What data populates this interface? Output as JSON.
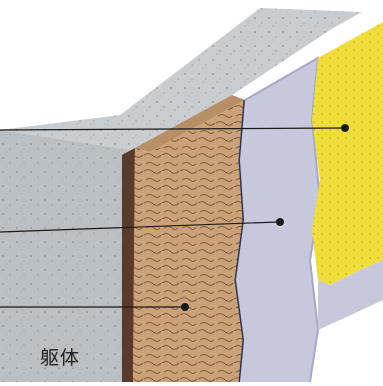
{
  "diagram": {
    "structure_label": "躯体",
    "callouts": [
      {
        "id": "insulation-layer",
        "marker_color": "#1a1a1a"
      },
      {
        "id": "membrane-layer",
        "marker_color": "#1a1a1a"
      },
      {
        "id": "foam-layer",
        "marker_color": "#1a1a1a"
      }
    ],
    "colors": {
      "concrete": "#b9bfc2",
      "concrete_top": "#c9cdcf",
      "foam": "#c9a27a",
      "membrane": "#c7c8dc",
      "insulation": "#f0df3a",
      "paint_edge": "#5a3a2a",
      "leader_line": "#1a1a1a"
    }
  }
}
